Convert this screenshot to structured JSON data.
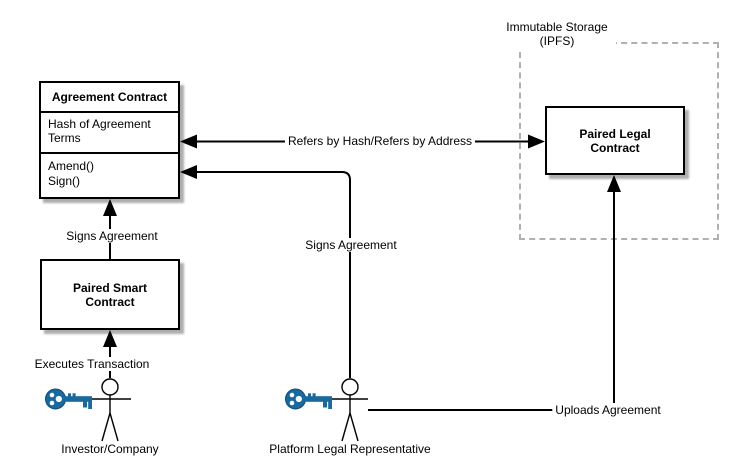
{
  "diagram": {
    "nodes": {
      "agreement_contract": {
        "title": "Agreement Contract",
        "attributes": [
          "Hash of Agreement Terms"
        ],
        "methods": [
          "Amend()",
          "Sign()"
        ]
      },
      "paired_smart_contract": {
        "title": "Paired Smart Contract"
      },
      "paired_legal_contract": {
        "title": "Paired Legal Contract"
      },
      "immutable_storage": {
        "label": "Immutable Storage (IPFS)"
      }
    },
    "actors": {
      "investor": {
        "label": "Investor/Company",
        "icon": "key-icon"
      },
      "platform_rep": {
        "label": "Platform Legal Representative",
        "icon": "key-icon"
      }
    },
    "edges": {
      "signs_agreement_left": {
        "label": "Signs Agreement"
      },
      "signs_agreement_right": {
        "label": "Signs Agreement"
      },
      "executes_transaction": {
        "label": "Executes Transaction"
      },
      "refers_by_hash": {
        "label": "Refers by Hash/Refers by Address"
      },
      "uploads_agreement": {
        "label": "Uploads Agreement"
      }
    },
    "colors": {
      "line": "#000000",
      "box_border": "#000000",
      "box_fill": "#ffffff",
      "shadow": "#b3b3b3",
      "dashed_border": "#b0b0b0",
      "key_fill": "#17699e",
      "key_outline": "#0d4a73"
    }
  }
}
